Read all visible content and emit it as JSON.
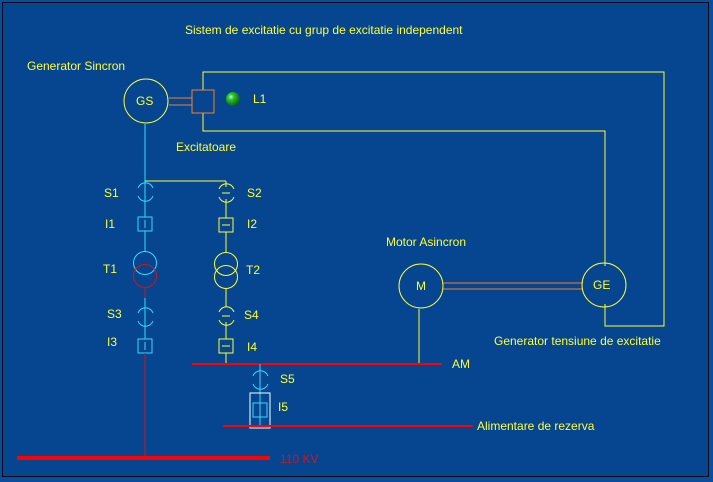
{
  "title": "Sistem de excitatie  cu grup de excitatie independent",
  "components": {
    "generator_sincron": {
      "label": "Generator Sincron",
      "symbol": "GS"
    },
    "excitatoare": {
      "label": "Excitatoare"
    },
    "lamp": {
      "label": "L1",
      "state": "on",
      "color": "#22b022"
    },
    "motor_asincron": {
      "label": "Motor Asincron",
      "symbol": "M"
    },
    "generator_excitatie": {
      "label": "Generator tensiune de excitatie",
      "symbol": "GE"
    }
  },
  "switches": [
    {
      "id": "S1",
      "state": "closed"
    },
    {
      "id": "S2",
      "state": "open"
    },
    {
      "id": "S3",
      "state": "closed"
    },
    {
      "id": "S4",
      "state": "open"
    },
    {
      "id": "S5",
      "state": "closed"
    }
  ],
  "breakers": [
    {
      "id": "I1",
      "state": "closed"
    },
    {
      "id": "I2",
      "state": "open"
    },
    {
      "id": "I3",
      "state": "closed"
    },
    {
      "id": "I4",
      "state": "open"
    },
    {
      "id": "I5",
      "state": "closed",
      "selected": true
    }
  ],
  "transformers": [
    {
      "id": "T1"
    },
    {
      "id": "T2"
    }
  ],
  "busbars": [
    {
      "id": "AM",
      "label": "AM"
    },
    {
      "id": "rezerva",
      "label": "Alimentare de rezerva"
    },
    {
      "id": "110kv",
      "label": "110 KV"
    }
  ],
  "colors": {
    "energized": "#33ddff",
    "deenergized": "#ffff33",
    "bus": "#ff0000",
    "coupling": "#ff8020",
    "selection": "#ffffff"
  }
}
